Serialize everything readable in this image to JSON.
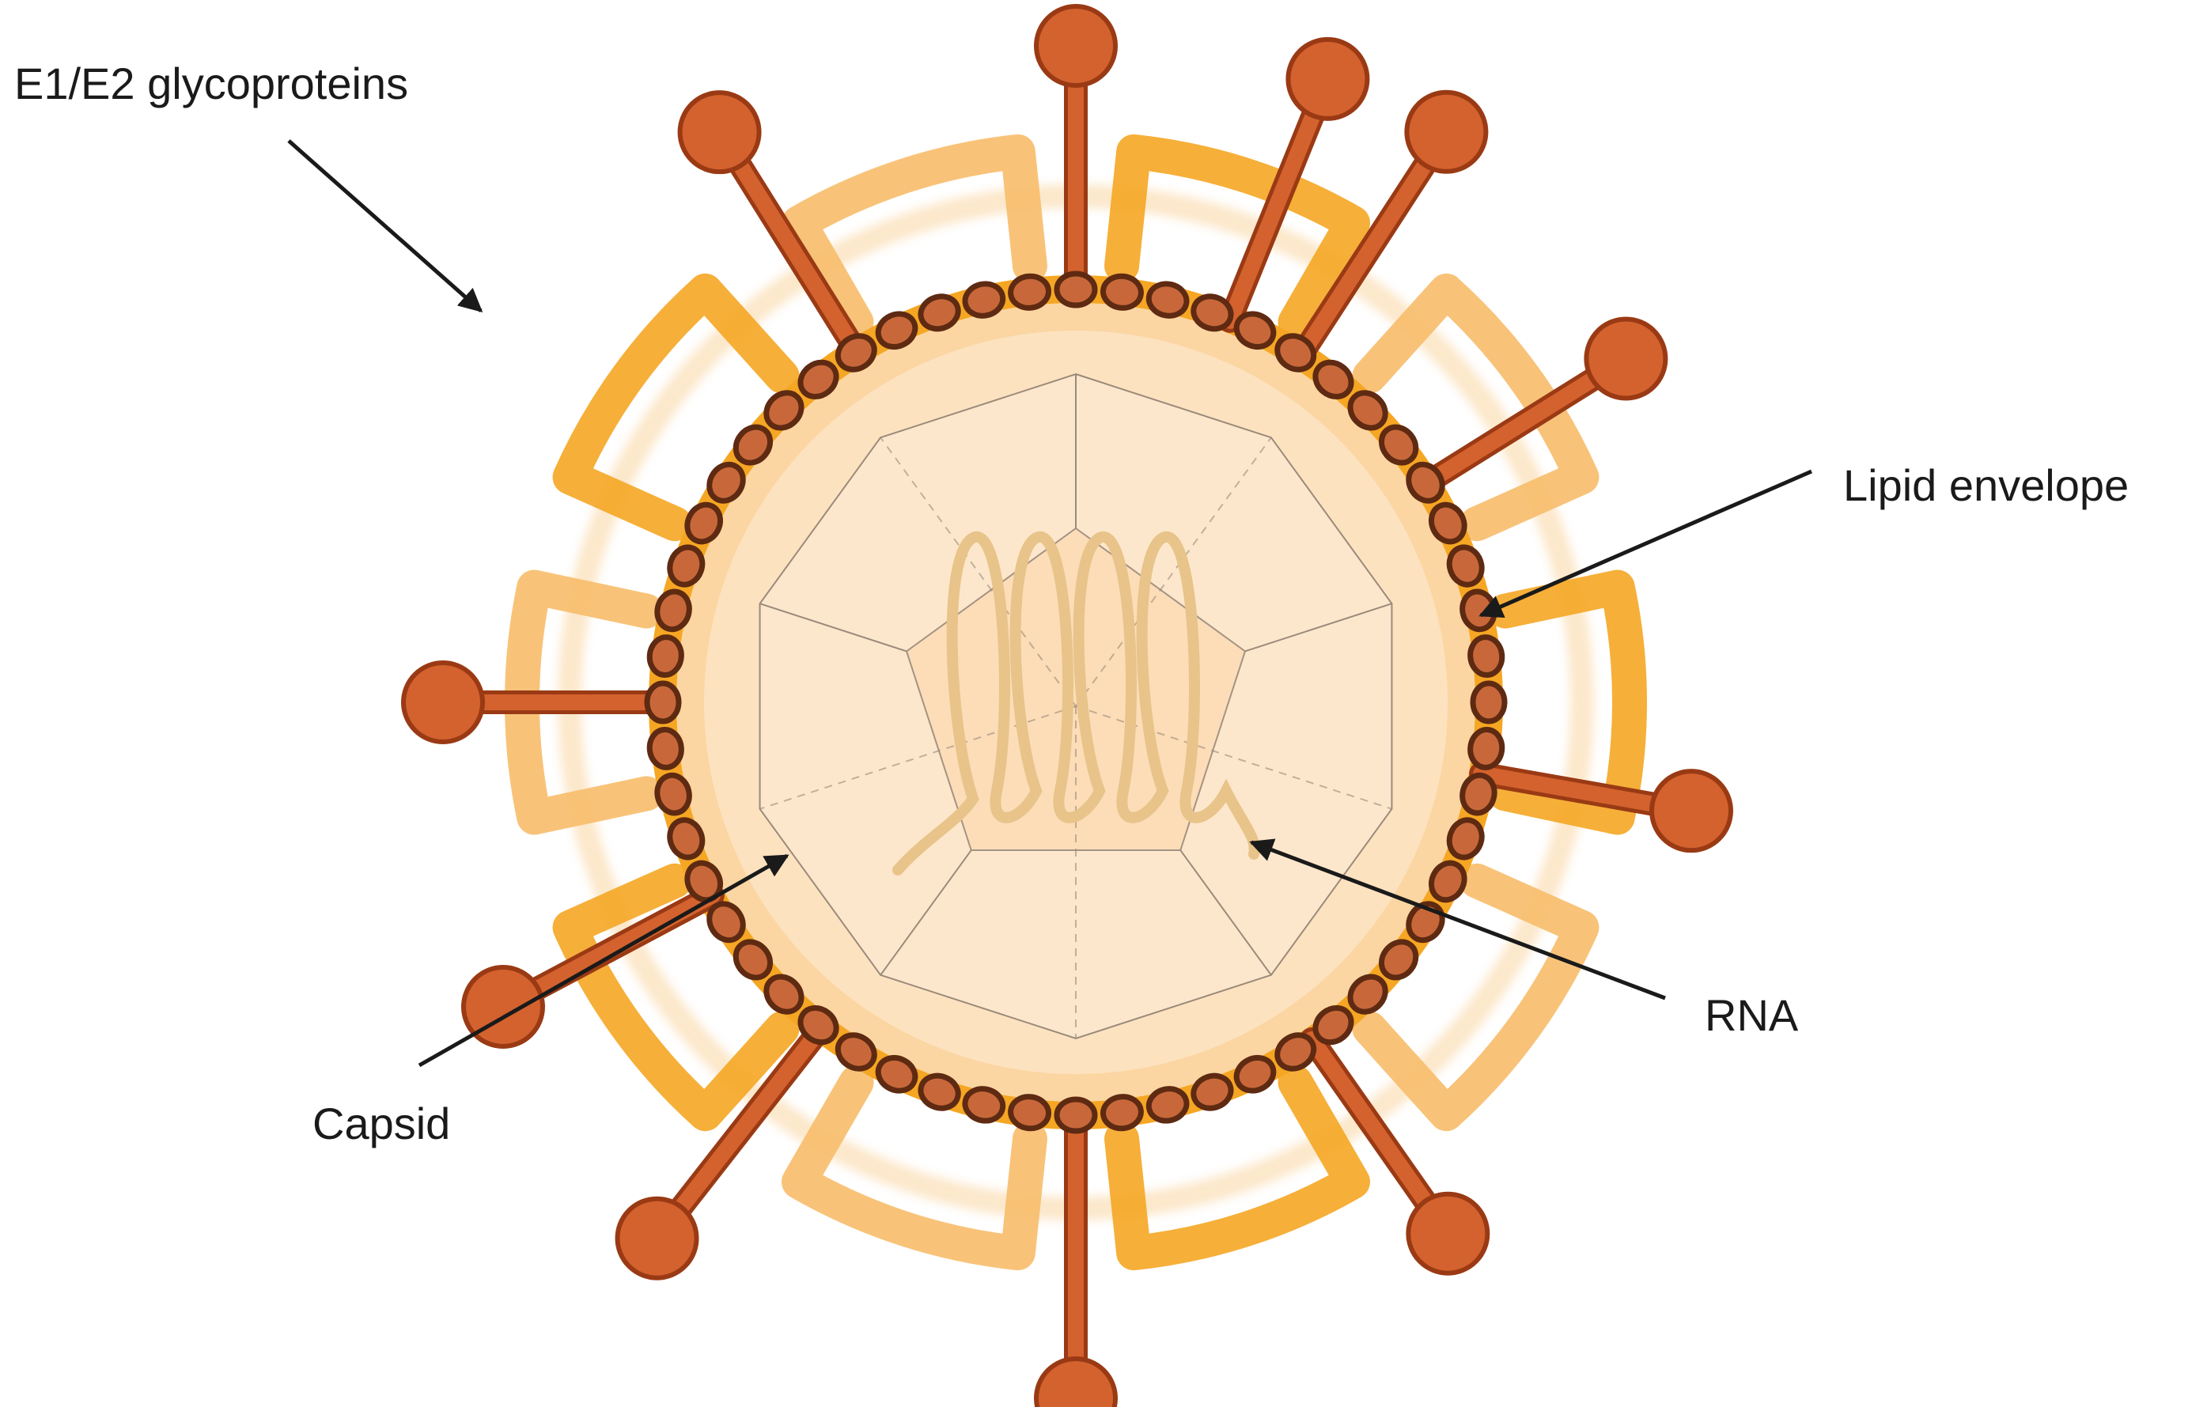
{
  "labels": {
    "glycoproteins": "E1/E2 glycoproteins",
    "lipid_envelope": "Lipid envelope",
    "rna": "RNA",
    "capsid": "Capsid"
  },
  "colors": {
    "spike": "#d4622e",
    "spike_stroke": "#9a3a14",
    "bead_fill": "#c8683a",
    "bead_stroke": "#5e2a12",
    "envelope_band": "#f5a623",
    "envelope_light": "#f7bd6a",
    "inner_halo": "#fbd6a2",
    "capsid_fill": "#fde7cc",
    "capsid_line": "#9a8a7a",
    "rna": "#e8c48a",
    "arrow": "#1a1a1a"
  }
}
